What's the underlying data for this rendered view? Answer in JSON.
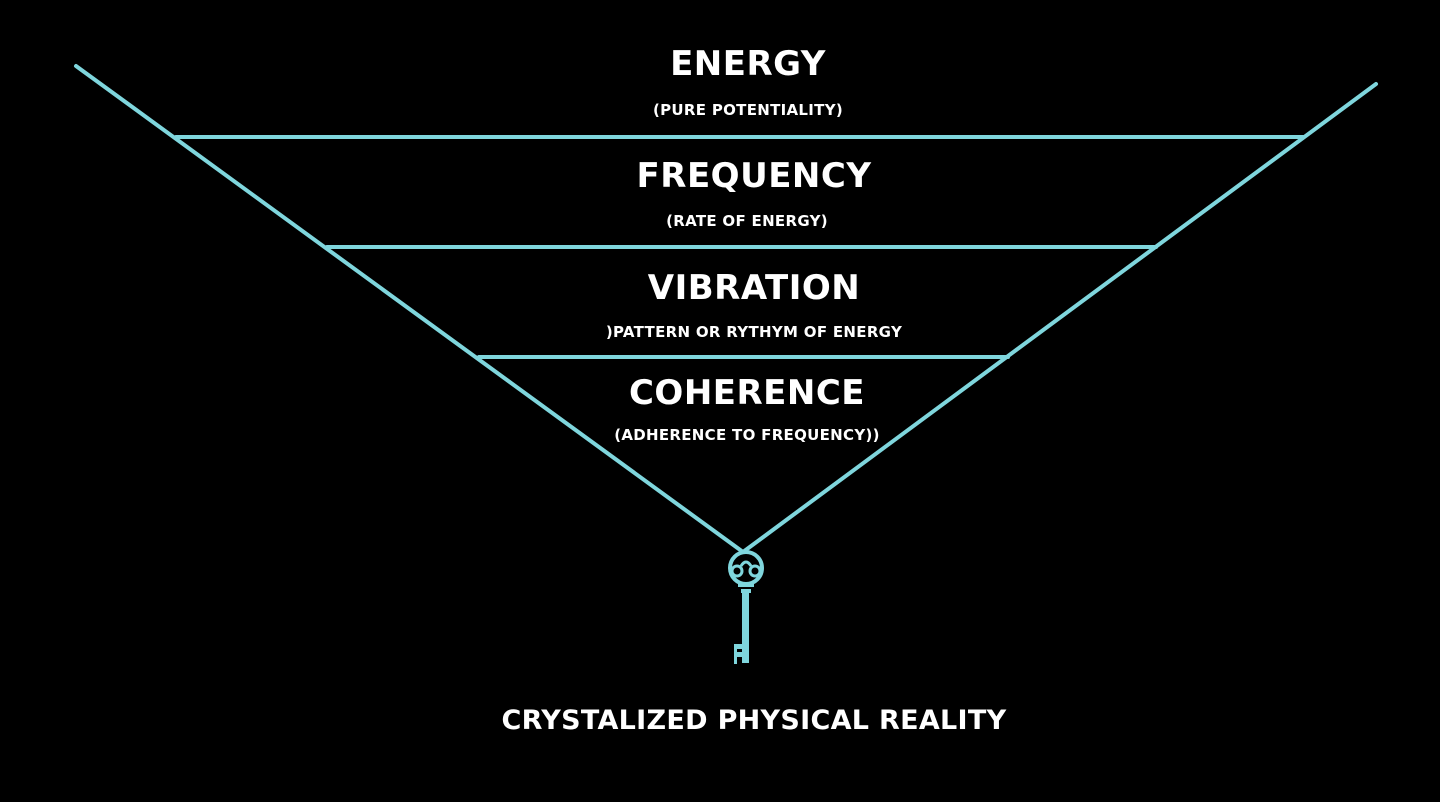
{
  "colors": {
    "background": "#000000",
    "line": "#7fd6dd",
    "text": "#ffffff"
  },
  "levels": [
    {
      "title": "ENERGY",
      "subtitle": "(PURE POTENTIALITY)"
    },
    {
      "title": "FREQUENCY",
      "subtitle": "(RATE OF ENERGY)"
    },
    {
      "title": "VIBRATION",
      "subtitle": ")PATTERN OR RYTHYM OF ENERGY"
    },
    {
      "title": "COHERENCE",
      "subtitle": "(ADHERENCE TO FREQUENCY))"
    }
  ],
  "key_icon": "antique-key-icon",
  "footer": "CRYSTALIZED PHYSICAL REALITY"
}
